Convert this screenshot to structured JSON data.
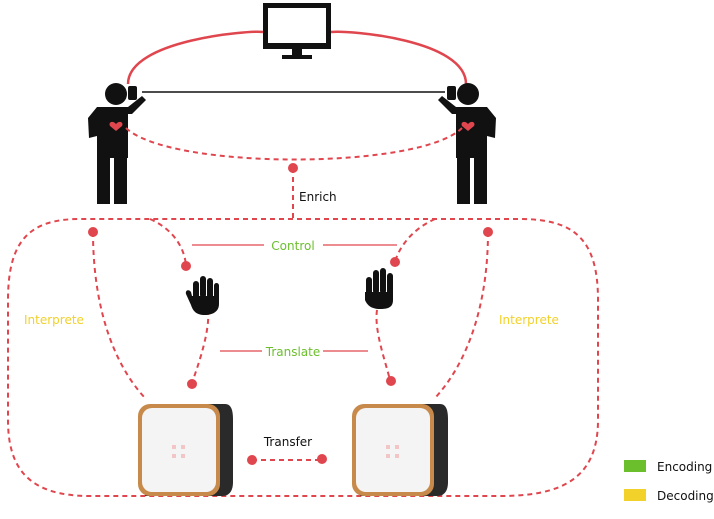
{
  "labels": {
    "enrich": "Enrich",
    "control": "Control",
    "translate": "Translate",
    "transfer": "Transfer",
    "interprete_left": "Interprete",
    "interprete_right": "Interprete"
  },
  "legend": {
    "encoding": "Encoding",
    "decoding": "Decoding"
  },
  "colors": {
    "red": "#e0464e",
    "encoding": "#6bbf2d",
    "decoding": "#f2d12a",
    "ink": "#111111",
    "device_frame": "#c88a4a",
    "device_face": "#f4f4f4"
  },
  "icons": [
    "monitor-icon",
    "person-phone-icon",
    "heart-icon",
    "hand-icon",
    "device-icon"
  ]
}
